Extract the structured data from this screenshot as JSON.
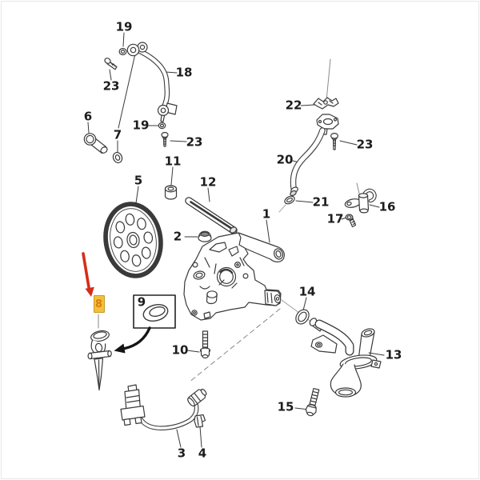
{
  "diagram": {
    "type": "exploded-parts-diagram",
    "highlighted_part": "8",
    "colors": {
      "line": "#3a3a3a",
      "highlight_bg": "#f1c13d",
      "highlight_text": "#d97d0e",
      "red_arrow": "#d62c1a",
      "black_arrow": "#151515",
      "label_text": "#1c1c1c"
    }
  },
  "labels": {
    "n19a": "19",
    "n23a": "23",
    "n18": "18",
    "n6": "6",
    "n7": "7",
    "n19b": "19",
    "n23b": "23",
    "n11": "11",
    "n5": "5",
    "n12": "12",
    "n22": "22",
    "n23c": "23",
    "n20": "20",
    "n21": "21",
    "n16": "16",
    "n17": "17",
    "n1": "1",
    "n2": "2",
    "n14": "14",
    "n8": "8",
    "n9": "9",
    "n10": "10",
    "n13": "13",
    "n15": "15",
    "n3": "3",
    "n4": "4"
  }
}
